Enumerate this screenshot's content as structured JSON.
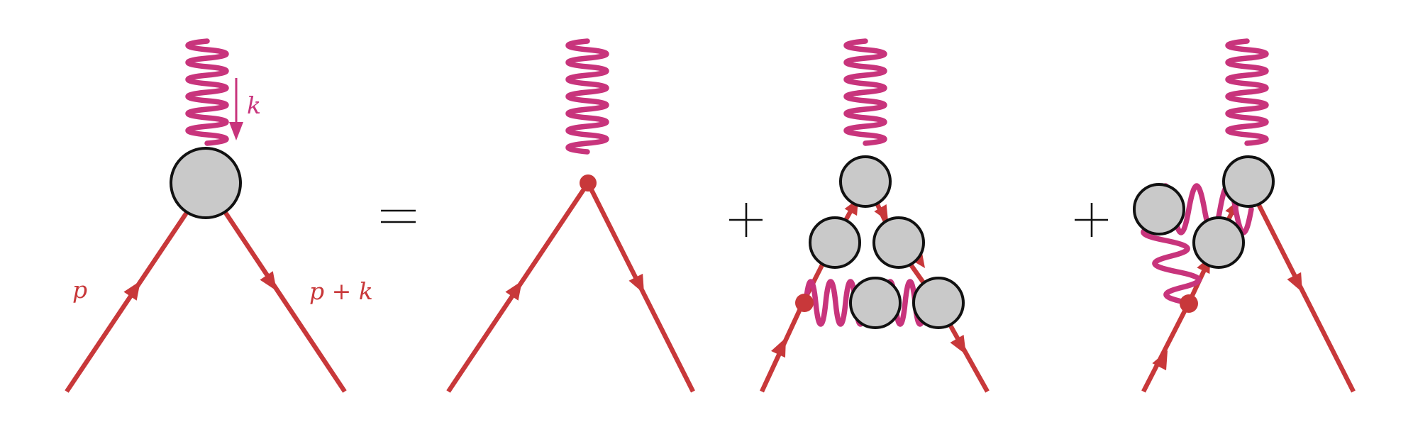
{
  "labels": {
    "photon_momentum": "k",
    "incoming_momentum": "p",
    "outgoing_momentum": "p + k"
  },
  "operators": {
    "equals": "equals",
    "plus": "plus"
  },
  "colors": {
    "fermion": "#c8383a",
    "photon": "#c8347c",
    "blob_fill": "#c9c9c9",
    "blob_stroke": "#111111"
  }
}
